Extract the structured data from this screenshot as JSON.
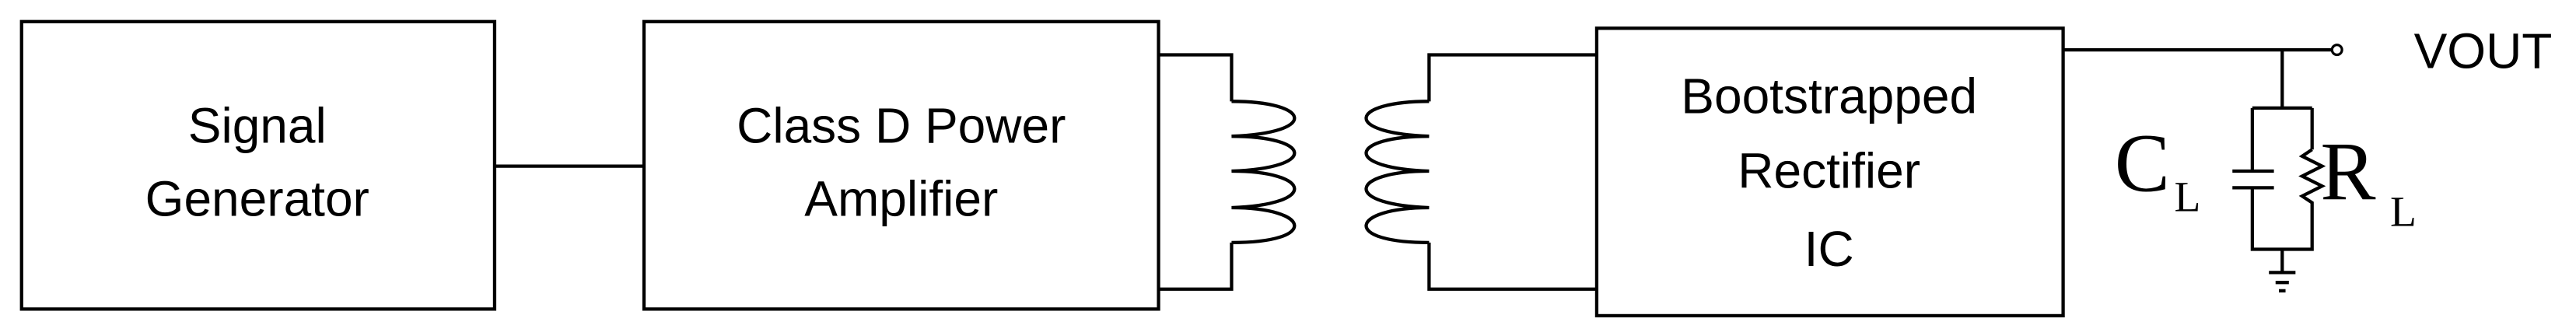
{
  "blocks": {
    "signal_generator": {
      "line1": "Signal",
      "line2": "Generator"
    },
    "amplifier": {
      "line1": "Class D Power",
      "line2": "Amplifier"
    },
    "rectifier": {
      "line1": "Bootstrapped",
      "line2": "Rectifier",
      "line3": "IC"
    }
  },
  "output": {
    "label": "VOUT"
  },
  "load": {
    "capacitor": {
      "symbol": "C",
      "subscript": "L"
    },
    "resistor": {
      "symbol": "R",
      "subscript": "L"
    }
  },
  "icons": [
    "transformer-icon",
    "capacitor-icon",
    "resistor-icon",
    "ground-icon",
    "terminal-icon"
  ]
}
